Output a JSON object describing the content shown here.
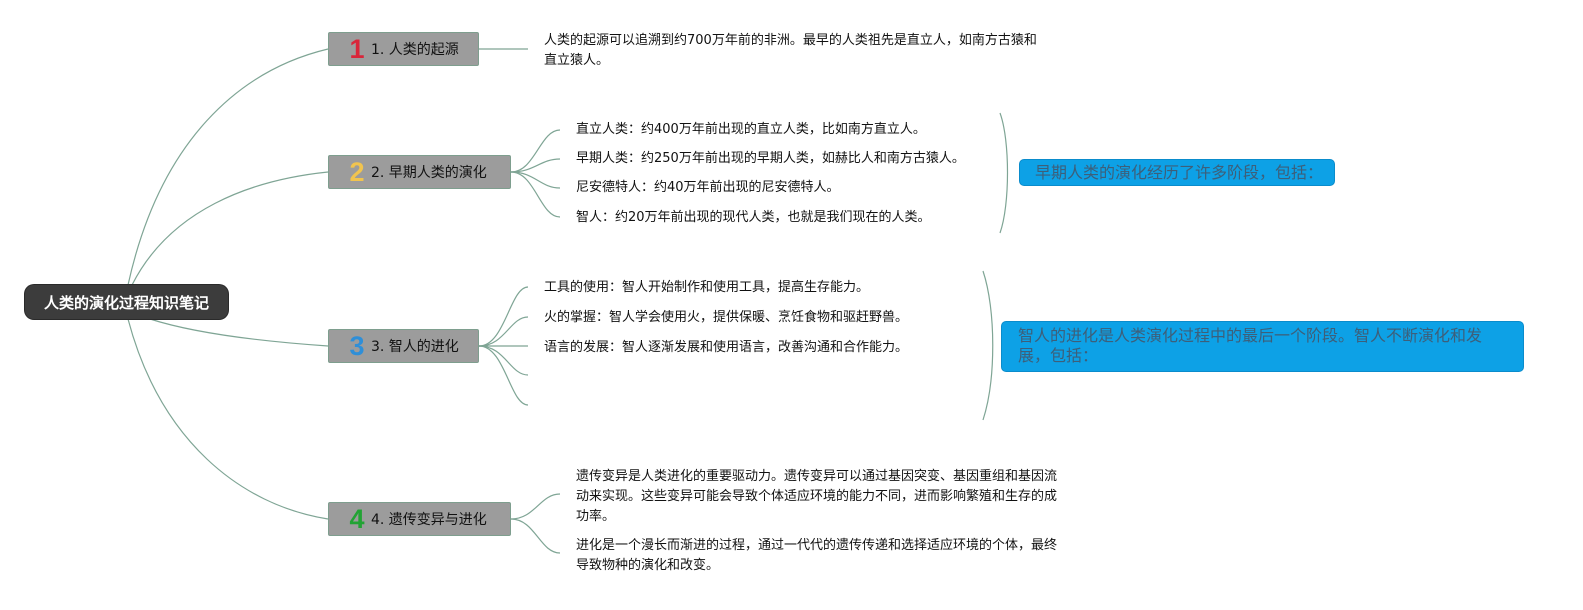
{
  "root": {
    "label": "人类的演化过程知识笔记"
  },
  "topics": [
    {
      "number": "1",
      "label": "1. 人类的起源",
      "leaves": [
        "人类的起源可以追溯到约700万年前的非洲。最早的人类祖先是直立人，如南方古猿和直立猿人。"
      ]
    },
    {
      "number": "2",
      "label": "2. 早期人类的演化",
      "leaves": [
        "直立人类：约400万年前出现的直立人类，比如南方直立人。",
        "早期人类：约250万年前出现的早期人类，如赫比人和南方古猿人。",
        "尼安德特人：约40万年前出现的尼安德特人。",
        "智人：约20万年前出现的现代人类，也就是我们现在的人类。"
      ],
      "summary": "早期人类的演化经历了许多阶段，包括："
    },
    {
      "number": "3",
      "label": "3. 智人的进化",
      "leaves": [
        "工具的使用：智人开始制作和使用工具，提高生存能力。",
        "火的掌握：智人学会使用火，提供保暖、烹饪食物和驱赶野兽。",
        "语言的发展：智人逐渐发展和使用语言，改善沟通和合作能力。",
        "",
        ""
      ],
      "summary": "智人的进化是人类演化过程中的最后一个阶段。智人不断演化和发展，包括："
    },
    {
      "number": "4",
      "label": "4. 遗传变异与进化",
      "leaves": [
        "遗传变异是人类进化的重要驱动力。遗传变异可以通过基因突变、基因重组和基因流动来实现。这些变异可能会导致个体适应环境的能力不同，进而影响繁殖和生存的成功率。",
        "进化是一个漫长而渐进的过程，通过一代代的遗传传递和选择适应环境的个体，最终导致物种的演化和改变。"
      ]
    }
  ],
  "colors": {
    "root_bg": "#3c3c3c",
    "topic_bg": "#9c9c9c",
    "summary_bg": "#0da1e6",
    "line": "#7fa595",
    "badge_1": "#d9263a",
    "badge_2": "#f1c44e",
    "badge_3": "#2f8fd8",
    "badge_4": "#22a334"
  }
}
